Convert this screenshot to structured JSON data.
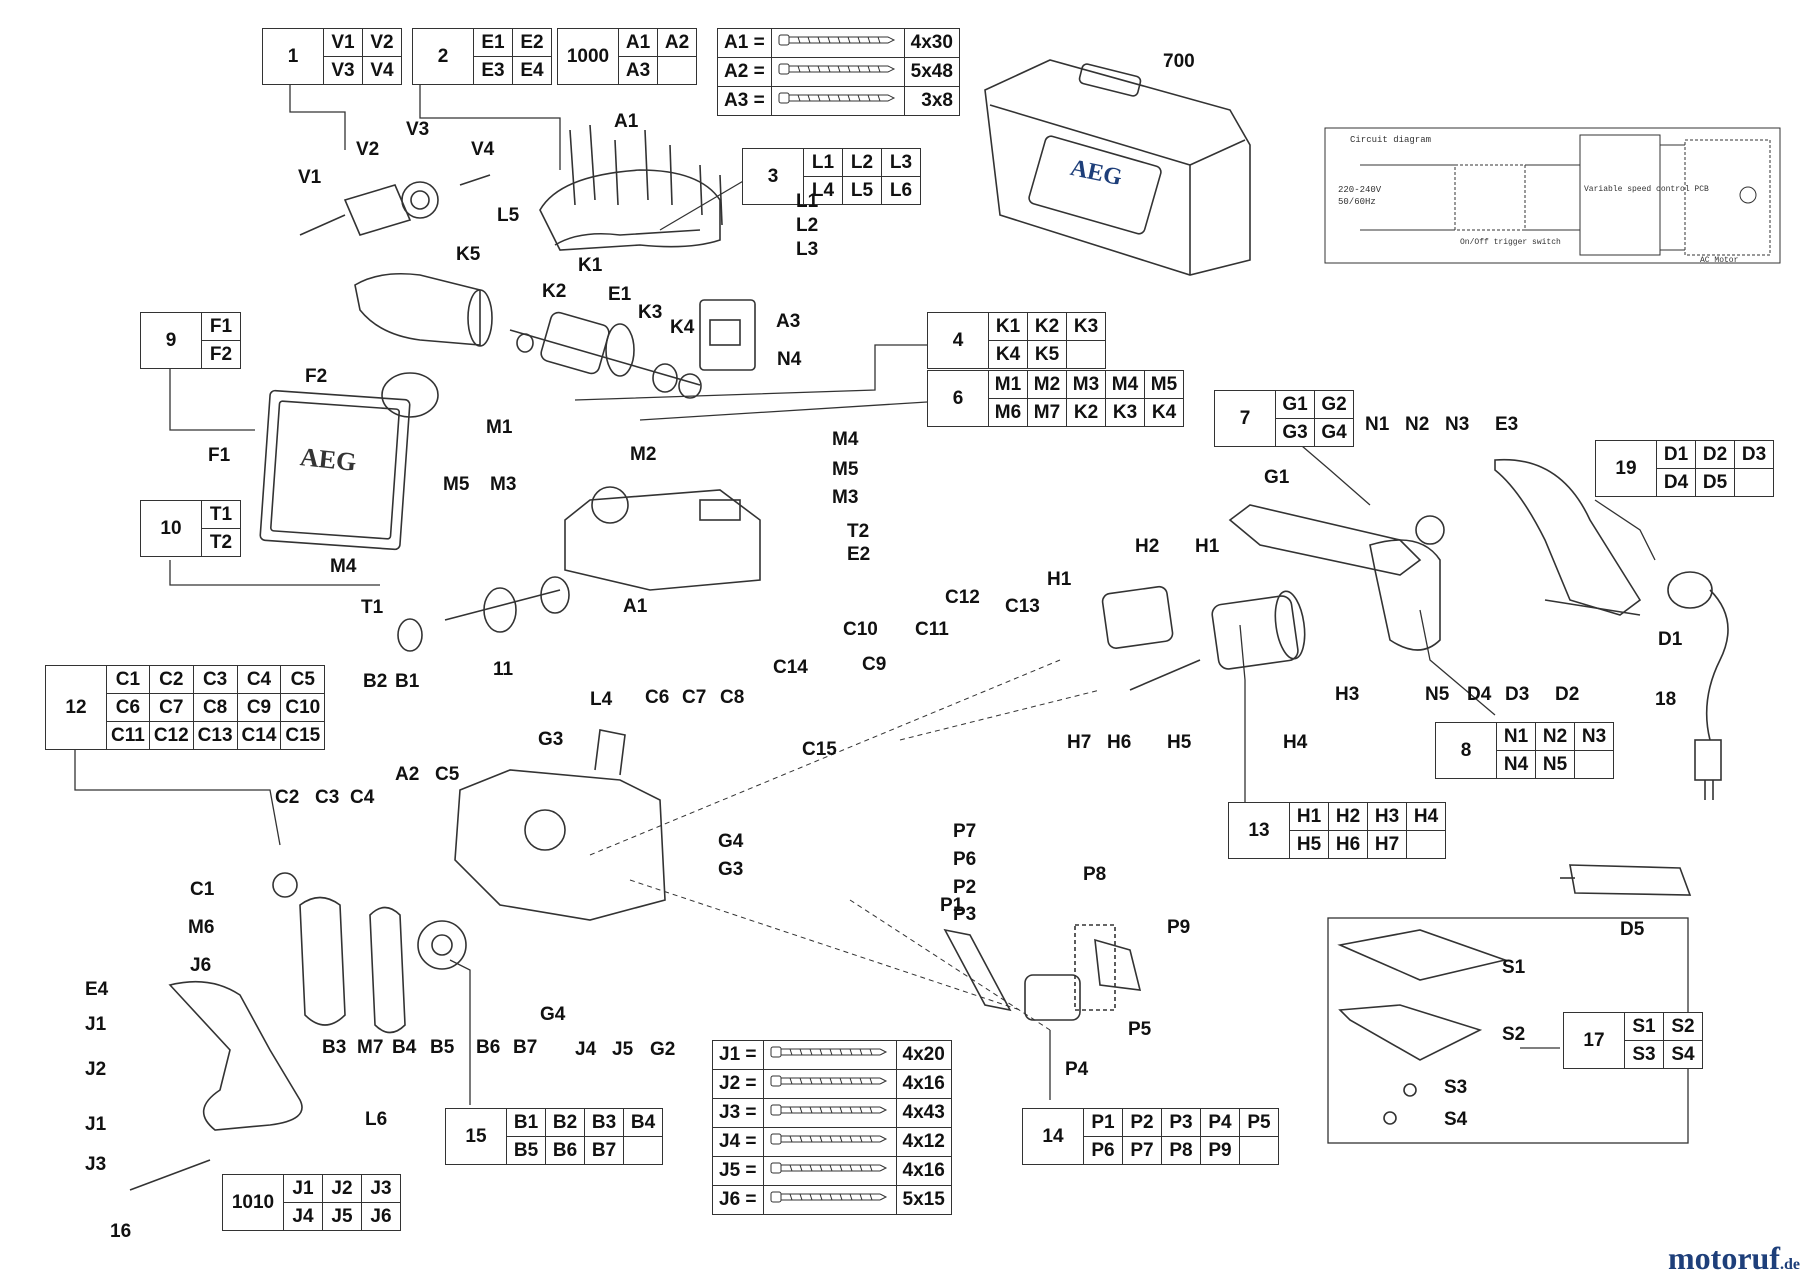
{
  "watermark": {
    "name": "motoruf",
    "suffix": ".de",
    "color": "#1e3f7a"
  },
  "accent_color": "#1e3f7a",
  "groups": [
    {
      "id": "g1",
      "number": "1",
      "rows": [
        [
          "V1",
          "V2"
        ],
        [
          "V3",
          "V4"
        ]
      ]
    },
    {
      "id": "g2",
      "number": "2",
      "rows": [
        [
          "E1",
          "E2"
        ],
        [
          "E3",
          "E4"
        ]
      ]
    },
    {
      "id": "g1000",
      "number": "1000",
      "rows": [
        [
          "A1",
          "A2"
        ],
        [
          "A3",
          ""
        ]
      ]
    },
    {
      "id": "g3",
      "number": "3",
      "rows": [
        [
          "L1",
          "L2",
          "L3"
        ],
        [
          "L4",
          "L5",
          "L6"
        ]
      ]
    },
    {
      "id": "g9",
      "number": "9",
      "rows": [
        [
          "F1"
        ],
        [
          "F2"
        ]
      ]
    },
    {
      "id": "g4",
      "number": "4",
      "rows": [
        [
          "K1",
          "K2",
          "K3"
        ],
        [
          "K4",
          "K5",
          ""
        ]
      ]
    },
    {
      "id": "g6",
      "number": "6",
      "rows": [
        [
          "M1",
          "M2",
          "M3",
          "M4",
          "M5"
        ],
        [
          "M6",
          "M7",
          "K2",
          "K3",
          "K4"
        ]
      ]
    },
    {
      "id": "g7",
      "number": "7",
      "rows": [
        [
          "G1",
          "G2"
        ],
        [
          "G3",
          "G4"
        ]
      ]
    },
    {
      "id": "g19",
      "number": "19",
      "rows": [
        [
          "D1",
          "D2",
          "D3"
        ],
        [
          "D4",
          "D5",
          ""
        ]
      ]
    },
    {
      "id": "g10",
      "number": "10",
      "rows": [
        [
          "T1"
        ],
        [
          "T2"
        ]
      ]
    },
    {
      "id": "g12",
      "number": "12",
      "rows": [
        [
          "C1",
          "C2",
          "C3",
          "C4",
          "C5"
        ],
        [
          "C6",
          "C7",
          "C8",
          "C9",
          "C10"
        ],
        [
          "C11",
          "C12",
          "C13",
          "C14",
          "C15"
        ]
      ]
    },
    {
      "id": "g8",
      "number": "8",
      "rows": [
        [
          "N1",
          "N2",
          "N3"
        ],
        [
          "N4",
          "N5",
          ""
        ]
      ]
    },
    {
      "id": "g13",
      "number": "13",
      "rows": [
        [
          "H1",
          "H2",
          "H3",
          "H4"
        ],
        [
          "H5",
          "H6",
          "H7",
          ""
        ]
      ]
    },
    {
      "id": "g17",
      "number": "17",
      "rows": [
        [
          "S1",
          "S2"
        ],
        [
          "S3",
          "S4"
        ]
      ]
    },
    {
      "id": "g15",
      "number": "15",
      "rows": [
        [
          "B1",
          "B2",
          "B3",
          "B4"
        ],
        [
          "B5",
          "B6",
          "B7",
          ""
        ]
      ]
    },
    {
      "id": "g14",
      "number": "14",
      "rows": [
        [
          "P1",
          "P2",
          "P3",
          "P4",
          "P5"
        ],
        [
          "P6",
          "P7",
          "P8",
          "P9",
          ""
        ]
      ]
    },
    {
      "id": "g1010",
      "number": "1010",
      "rows": [
        [
          "J1",
          "J2",
          "J3"
        ],
        [
          "J4",
          "J5",
          "J6"
        ]
      ]
    }
  ],
  "screw_tables": [
    {
      "id": "a",
      "rows": [
        {
          "code": "A1 =",
          "size": "4x30"
        },
        {
          "code": "A2 =",
          "size": "5x48"
        },
        {
          "code": "A3 =",
          "size": "3x8"
        }
      ]
    },
    {
      "id": "j",
      "rows": [
        {
          "code": "J1 =",
          "size": "4x20"
        },
        {
          "code": "J2 =",
          "size": "4x16"
        },
        {
          "code": "J3 =",
          "size": "4x43"
        },
        {
          "code": "J4 =",
          "size": "4x12"
        },
        {
          "code": "J5 =",
          "size": "4x16"
        },
        {
          "code": "J6 =",
          "size": "5x15"
        }
      ]
    }
  ],
  "circuit": {
    "title": "Circuit diagram",
    "voltage": "220-240V",
    "freq": "50/60Hz",
    "switch": "On/Off trigger switch",
    "pcb": "Variable speed control PCB",
    "motor": "AC Motor"
  },
  "case_label": "700",
  "brand_text": "AEG",
  "labels": [
    {
      "t": "V1"
    },
    {
      "t": "V2"
    },
    {
      "t": "V3"
    },
    {
      "t": "V4"
    },
    {
      "t": "A1"
    },
    {
      "t": "L5"
    },
    {
      "t": "K5"
    },
    {
      "t": "K2"
    },
    {
      "t": "K1"
    },
    {
      "t": "E1"
    },
    {
      "t": "L1"
    },
    {
      "t": "L2"
    },
    {
      "t": "L3"
    },
    {
      "t": "K3"
    },
    {
      "t": "K4"
    },
    {
      "t": "A3"
    },
    {
      "t": "N4"
    },
    {
      "t": "F2"
    },
    {
      "t": "F1"
    },
    {
      "t": "M1"
    },
    {
      "t": "M2"
    },
    {
      "t": "M4"
    },
    {
      "t": "M5"
    },
    {
      "t": "M3"
    },
    {
      "t": "T2"
    },
    {
      "t": "E2"
    },
    {
      "t": "M5"
    },
    {
      "t": "M3"
    },
    {
      "t": "M4"
    },
    {
      "t": "T1"
    },
    {
      "t": "A1"
    },
    {
      "t": "B2"
    },
    {
      "t": "B1"
    },
    {
      "t": "11"
    },
    {
      "t": "G1"
    },
    {
      "t": "H2"
    },
    {
      "t": "H1"
    },
    {
      "t": "H1"
    },
    {
      "t": "C12"
    },
    {
      "t": "C13"
    },
    {
      "t": "C10"
    },
    {
      "t": "C11"
    },
    {
      "t": "C14"
    },
    {
      "t": "C9"
    },
    {
      "t": "C6"
    },
    {
      "t": "C7"
    },
    {
      "t": "C8"
    },
    {
      "t": "C15"
    },
    {
      "t": "L4"
    },
    {
      "t": "G3"
    },
    {
      "t": "A2"
    },
    {
      "t": "C5"
    },
    {
      "t": "C2"
    },
    {
      "t": "C3"
    },
    {
      "t": "C4"
    },
    {
      "t": "C1"
    },
    {
      "t": "G4"
    },
    {
      "t": "G3"
    },
    {
      "t": "M6"
    },
    {
      "t": "J6"
    },
    {
      "t": "E4"
    },
    {
      "t": "J1"
    },
    {
      "t": "J2"
    },
    {
      "t": "J1"
    },
    {
      "t": "J3"
    },
    {
      "t": "16"
    },
    {
      "t": "L6"
    },
    {
      "t": "B3"
    },
    {
      "t": "M7"
    },
    {
      "t": "B4"
    },
    {
      "t": "B5"
    },
    {
      "t": "B6"
    },
    {
      "t": "B7"
    },
    {
      "t": "G4"
    },
    {
      "t": "J4"
    },
    {
      "t": "J5"
    },
    {
      "t": "G2"
    },
    {
      "t": "H7"
    },
    {
      "t": "H6"
    },
    {
      "t": "H5"
    },
    {
      "t": "H4"
    },
    {
      "t": "H3"
    },
    {
      "t": "N1"
    },
    {
      "t": "N2"
    },
    {
      "t": "N3"
    },
    {
      "t": "E3"
    },
    {
      "t": "N5"
    },
    {
      "t": "D4"
    },
    {
      "t": "D3"
    },
    {
      "t": "D2"
    },
    {
      "t": "D1"
    },
    {
      "t": "18"
    },
    {
      "t": "D5"
    },
    {
      "t": "P7"
    },
    {
      "t": "P6"
    },
    {
      "t": "P2"
    },
    {
      "t": "P1"
    },
    {
      "t": "P3"
    },
    {
      "t": "P8"
    },
    {
      "t": "P9"
    },
    {
      "t": "P5"
    },
    {
      "t": "P4"
    },
    {
      "t": "S1"
    },
    {
      "t": "S2"
    },
    {
      "t": "S3"
    },
    {
      "t": "S4"
    }
  ]
}
